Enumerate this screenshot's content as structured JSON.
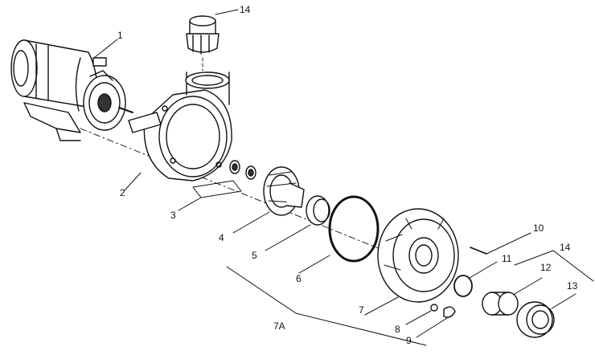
{
  "diagram": {
    "callouts": {
      "c1": "1",
      "c2": "2",
      "c3": "3",
      "c4": "4",
      "c5": "5",
      "c6": "6",
      "c7": "7",
      "c7a": "7A",
      "c8": "8",
      "c9": "9",
      "c10": "10",
      "c11": "11",
      "c12": "12",
      "c13": "13",
      "c14_top": "14",
      "c14_right": "14"
    },
    "colors": {
      "ink": "#111111",
      "paper": "#ffffff",
      "shade": "#d9d9d9"
    }
  }
}
